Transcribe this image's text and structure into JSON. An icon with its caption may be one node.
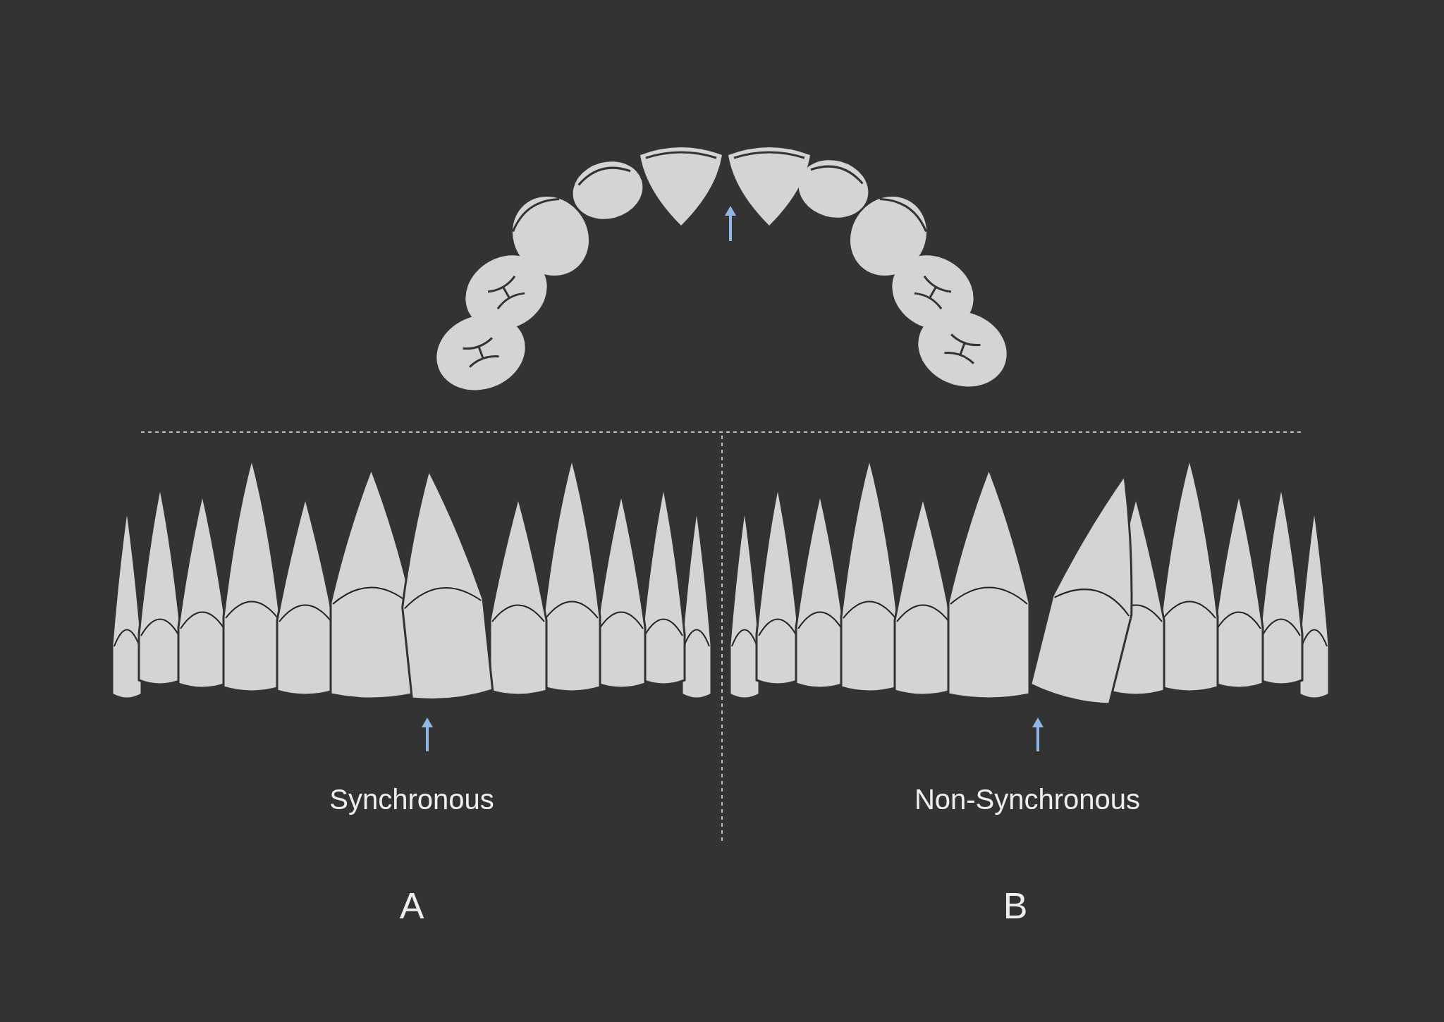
{
  "diagram": {
    "labels": [
      "Synchronous",
      "Non-Synchronous",
      "A",
      "B"
    ]
  }
}
